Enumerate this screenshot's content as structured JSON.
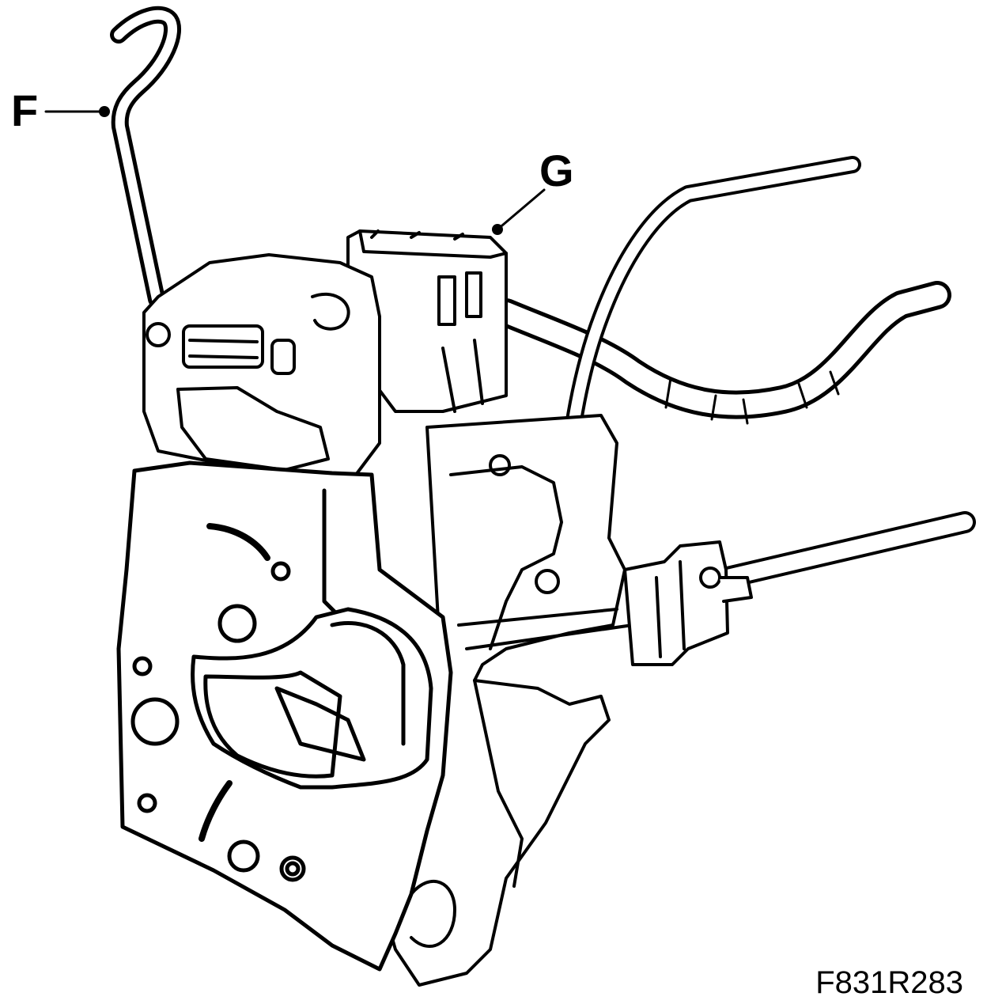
{
  "callouts": [
    {
      "id": "F",
      "label": "F"
    },
    {
      "id": "G",
      "label": "G"
    }
  ],
  "figure_code": "F831R283",
  "colors": {
    "ink": "#000000",
    "paper": "#ffffff"
  }
}
